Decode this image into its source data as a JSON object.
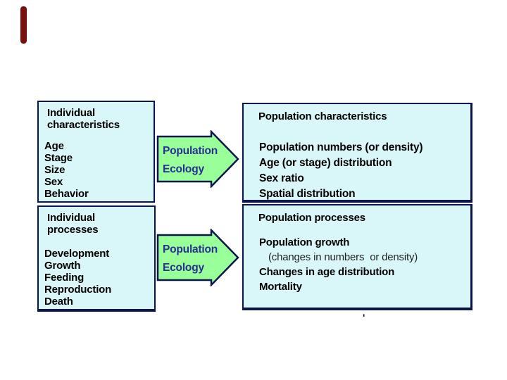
{
  "slide": {
    "type": "presentation-diagram",
    "background": "#ffffff",
    "accent_bar_color": "#7a1111"
  },
  "colors": {
    "box_fill": "#d9f7f9",
    "box_border": "#0c154e",
    "arrow_fill": "#99ff99",
    "arrow_border": "#0c154e",
    "arrow_text": "#2b2f94",
    "body_text": "#000000",
    "subline_text": "#222222"
  },
  "boxes": {
    "individual_characteristics": {
      "title": "Individual characteristics",
      "items": [
        "Age",
        "Stage",
        "Size",
        "Sex",
        "Behavior"
      ]
    },
    "population_characteristics": {
      "title": "Population characteristics",
      "items": [
        "Population numbers (or density)",
        "Age (or stage) distribution",
        "Sex ratio",
        "Spatial distribution"
      ]
    },
    "individual_processes": {
      "title": "Individual processes",
      "items": [
        "Development",
        "Growth",
        "Feeding",
        "Reproduction",
        "Death"
      ]
    },
    "population_processes": {
      "title": "Population processes",
      "items": [
        "Population growth",
        "(changes in numbers  or density)",
        "Changes in age distribution",
        "Mortality"
      ]
    }
  },
  "arrows": {
    "top": {
      "line1": "Population",
      "line2": "Ecology"
    },
    "bottom": {
      "line1": "Population",
      "line2": "Ecology"
    }
  },
  "stray_mark": "'"
}
